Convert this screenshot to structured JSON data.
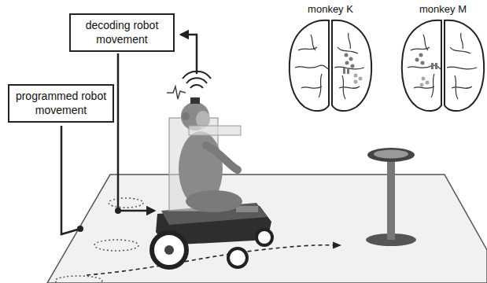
{
  "diagram": {
    "nodes": [
      {
        "text": [
          "decoding robot movement"
        ]
      },
      {
        "text": [
          "programmed robot movement"
        ]
      }
    ],
    "labels": [
      "monkey K",
      "monkey M"
    ]
  }
}
